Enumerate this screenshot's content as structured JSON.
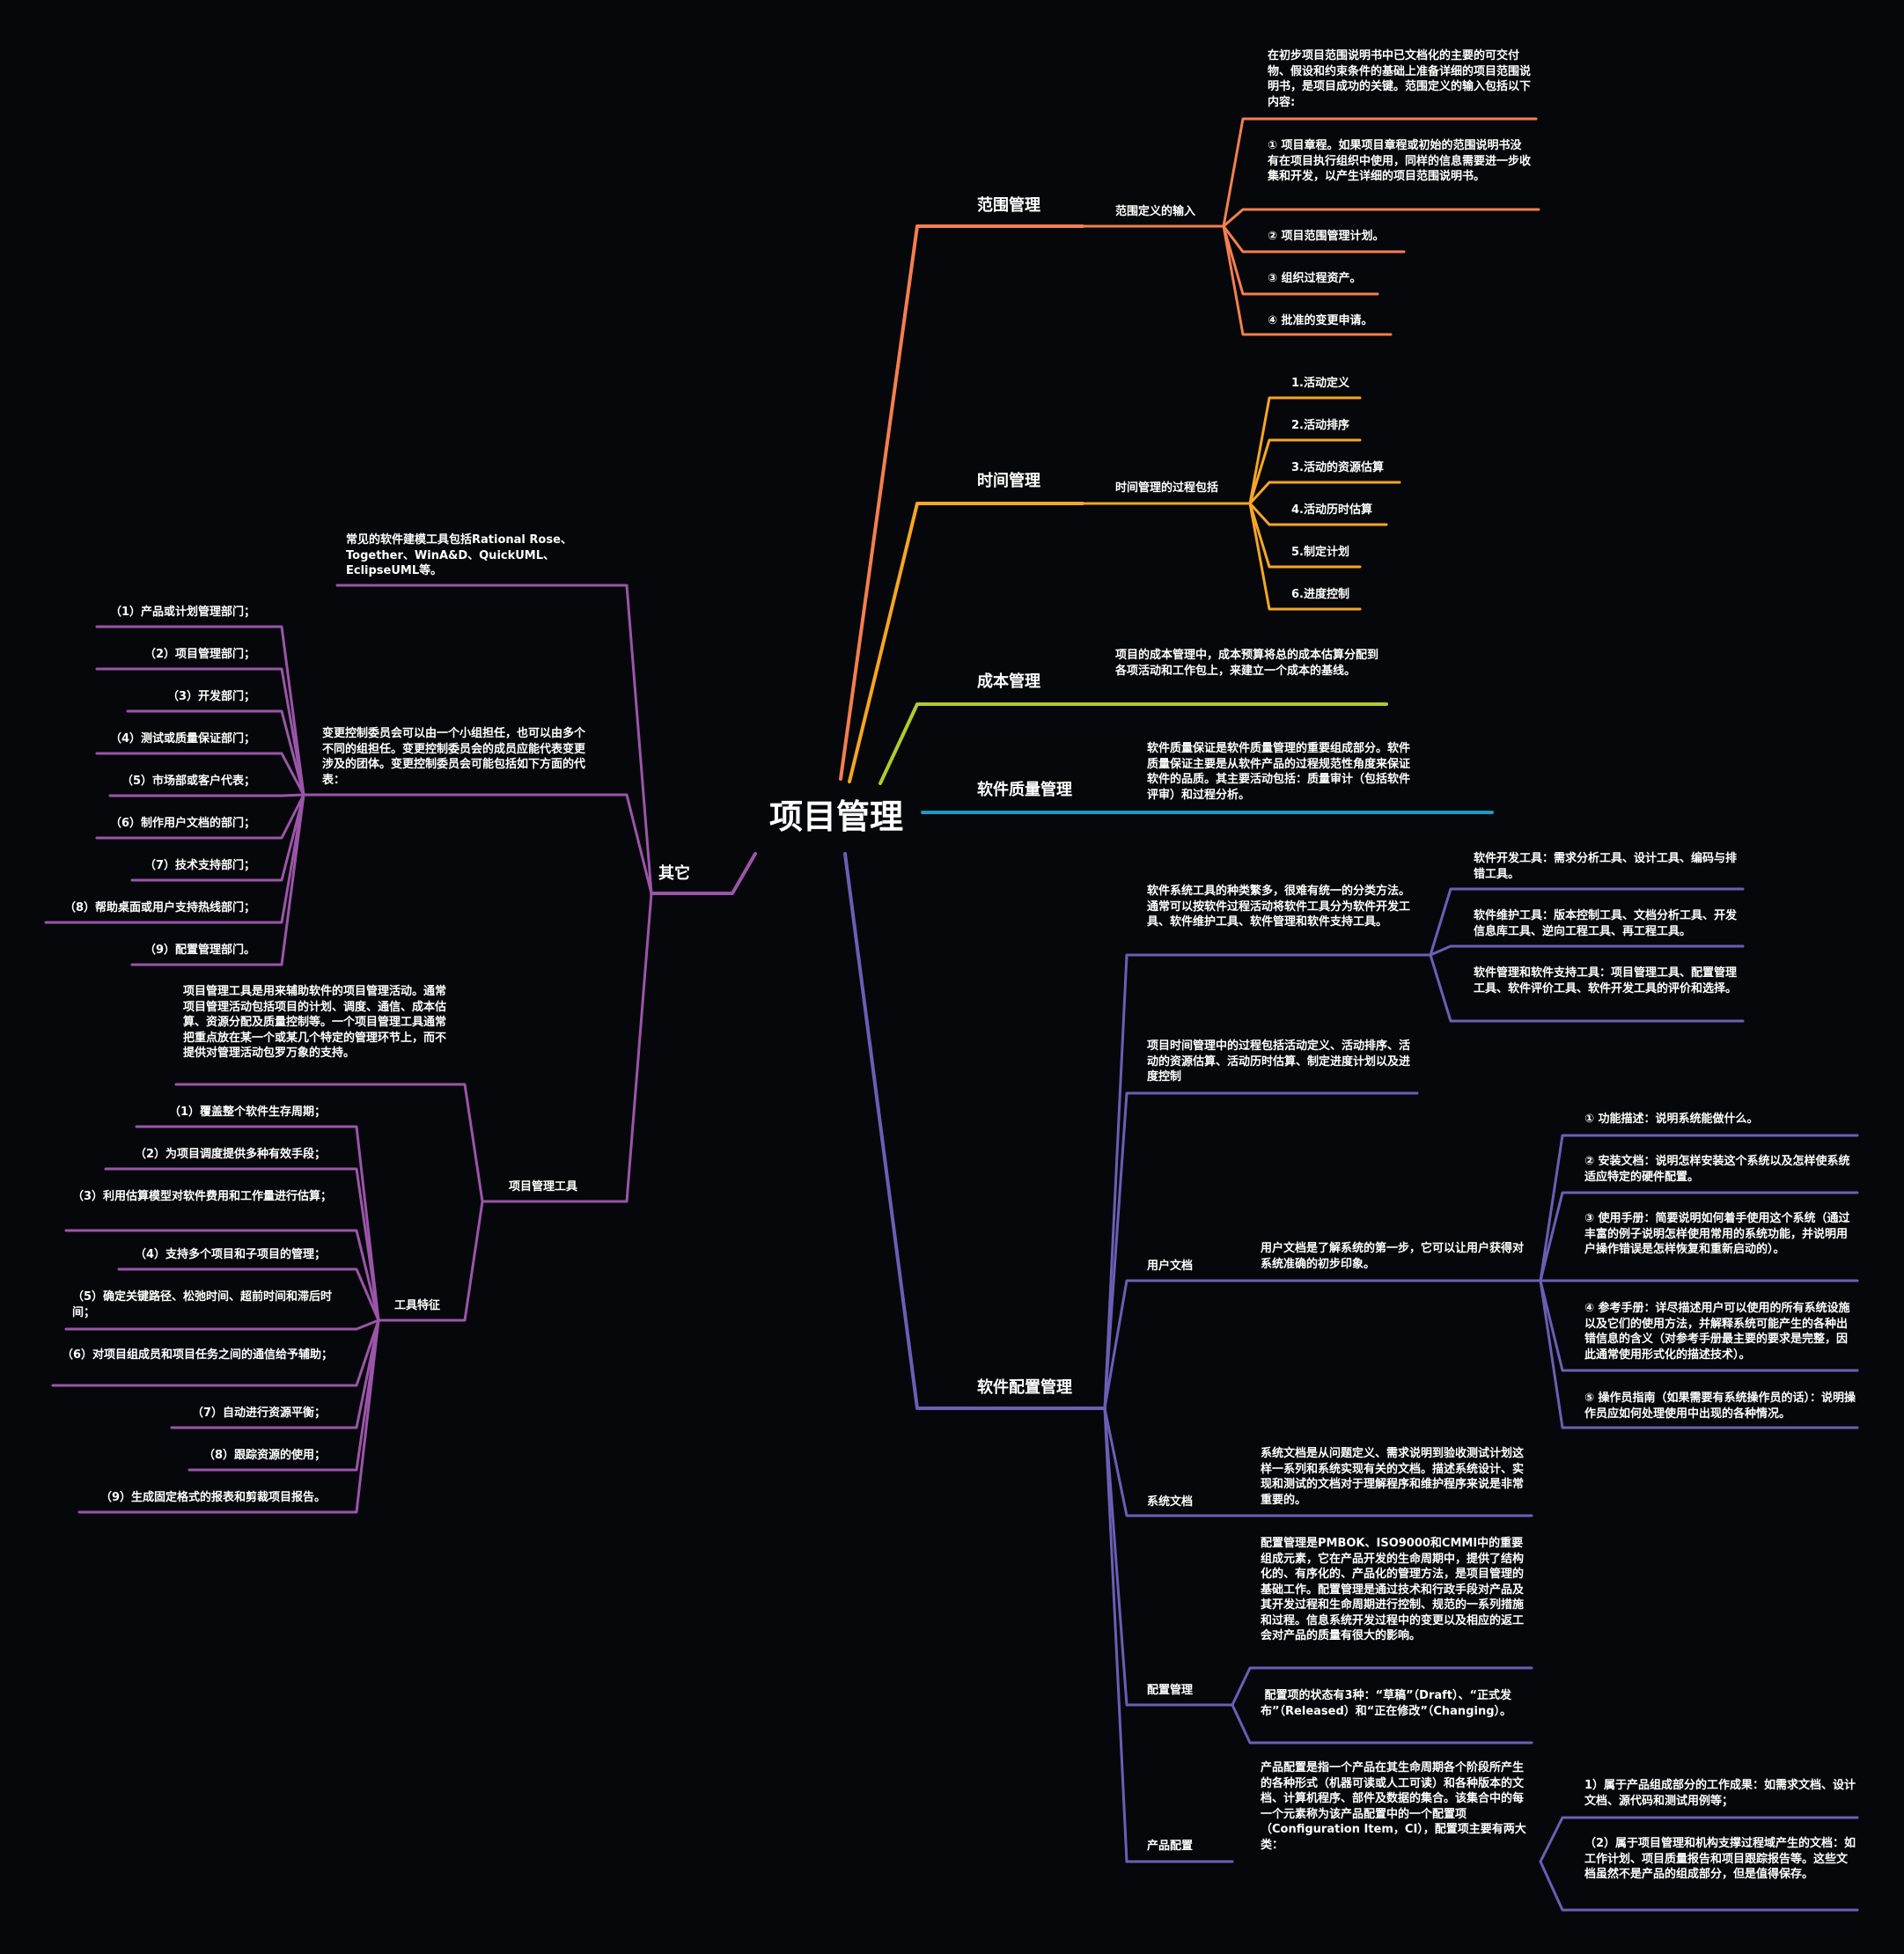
{
  "colors": {
    "scope": "#f47f4f",
    "time": "#f6a623",
    "cost": "#b3c92f",
    "quality": "#1b9bc4",
    "config": "#6a5fb5",
    "other": "#9b55a8",
    "background": "#06070b"
  },
  "root": {
    "label": "项目管理"
  },
  "scope": {
    "label": "范围管理",
    "input_label": "范围定义的输入",
    "items": [
      "在初步项目范围说明书中已文档化的主要的可交付物、假设和约束条件的基础上准备详细的项目范围说明书，是项目成功的关键。范围定义的输入包括以下内容:",
      "① 项目章程。如果项目章程或初始的范围说明书没有在项目执行组织中使用，同样的信息需要进一步收集和开发，以产生详细的项目范围说明书。",
      "② 项目范围管理计划。",
      "③ 组织过程资产。",
      "④ 批准的变更申请。"
    ]
  },
  "time": {
    "label": "时间管理",
    "process_label": "时间管理的过程包括",
    "items": [
      "1.活动定义",
      "2.活动排序",
      "3.活动的资源估算",
      "4.活动历时估算",
      "5.制定计划",
      "6.进度控制"
    ]
  },
  "cost": {
    "label": "成本管理",
    "text": "项目的成本管理中，成本预算将总的成本估算分配到各项活动和工作包上，来建立一个成本的基线。"
  },
  "quality": {
    "label": "软件质量管理",
    "text": "软件质量保证是软件质量管理的重要组成部分。软件质量保证主要是从软件产品的过程规范性角度来保证软件的品质。其主要活动包括：质量审计（包括软件评审）和过程分析。"
  },
  "config": {
    "label": "软件配置管理",
    "tools_text": "软件系统工具的种类繁多，很难有统一的分类方法。通常可以按软件过程活动将软件工具分为软件开发工具、软件维护工具、软件管理和软件支持工具。",
    "tools_items": [
      "软件开发工具：需求分析工具、设计工具、编码与排错工具。",
      "软件维护工具：版本控制工具、文档分析工具、开发信息库工具、逆向工程工具、再工程工具。",
      "软件管理和软件支持工具：项目管理工具、配置管理工具、软件评价工具、软件开发工具的评价和选择。"
    ],
    "time_text": "项目时间管理中的过程包括活动定义、活动排序、活动的资源估算、活动历时估算、制定进度计划以及进度控制",
    "user_doc_label": "用户文档",
    "user_doc_text": "用户文档是了解系统的第一步，它可以让用户获得对系统准确的初步印象。",
    "user_doc_items": [
      "① 功能描述：说明系统能做什么。",
      "② 安装文档：说明怎样安装这个系统以及怎样使系统适应特定的硬件配置。",
      "③ 使用手册：简要说明如何着手使用这个系统（通过丰富的例子说明怎样使用常用的系统功能，并说明用户操作错误是怎样恢复和重新启动的）。",
      "④ 参考手册：详尽描述用户可以使用的所有系统设施以及它们的使用方法，并解释系统可能产生的各种出错信息的含义（对参考手册最主要的要求是完整，因此通常使用形式化的描述技术）。",
      "⑤ 操作员指南（如果需要有系统操作员的话）：说明操作员应如何处理使用中出现的各种情况。"
    ],
    "sys_doc_label": "系统文档",
    "sys_doc_text": "系统文档是从问题定义、需求说明到验收测试计划这样一系列和系统实现有关的文档。描述系统设计、实现和测试的文档对于理解程序和维护程序来说是非常重要的。",
    "cm_label": "配置管理",
    "cm_items": [
      "配置管理是PMBOK、ISO9000和CMMI中的重要组成元素，它在产品开发的生命周期中，提供了结构化的、有序化的、产品化的管理方法，是项目管理的基础工作。配置管理是通过技术和行政手段对产品及其开发过程和生命周期进行控制、规范的一系列措施和过程。信息系统开发过程中的变更以及相应的返工会对产品的质量有很大的影响。",
      " 配置项的状态有3种：“草稿”（Draft）、“正式发布”（Released）和“正在修改”（Changing）。"
    ],
    "prod_label": "产品配置",
    "prod_text": "产品配置是指一个产品在其生命周期各个阶段所产生的各种形式（机器可读或人工可读）和各种版本的文档、计算机程序、部件及数据的集合。该集合中的每一个元素称为该产品配置中的一个配置项（Configuration Item，CI），配置项主要有两大类：",
    "prod_items": [
      "1）属于产品组成部分的工作成果：如需求文档、设计文档、源代码和测试用例等；",
      "（2）属于项目管理和机构支撑过程域产生的文档：如工作计划、项目质量报告和项目跟踪报告等。这些文档虽然不是产品的组成部分，但是值得保存。"
    ]
  },
  "other": {
    "label": "其它",
    "modeling_text": "常见的软件建模工具包括Rational Rose、Together、WinA&D、QuickUML、EclipseUML等。",
    "ccb_text": "变更控制委员会可以由一个小组担任，也可以由多个不同的组担任。变更控制委员会的成员应能代表变更涉及的团体。变更控制委员会可能包括如下方面的代表：",
    "ccb_items": [
      "（1）产品或计划管理部门；",
      "（2）项目管理部门；",
      "（3）开发部门；",
      "（4）测试或质量保证部门；",
      "（5）市场部或客户代表；",
      "（6）制作用户文档的部门；",
      "（7）技术支持部门；",
      "（8）帮助桌面或用户支持热线部门；",
      "（9）配置管理部门。"
    ],
    "pmt_label": "项目管理工具",
    "pmt_text": "项目管理工具是用来辅助软件的项目管理活动。通常项目管理活动包括项目的计划、调度、通信、成本估算、资源分配及质量控制等。一个项目管理工具通常把重点放在某一个或某几个特定的管理环节上，而不提供对管理活动包罗万象的支持。",
    "features_label": "工具特征",
    "features_items": [
      "（1）覆盖整个软件生存周期；",
      "（2）为项目调度提供多种有效手段；",
      "（3）利用估算模型对软件费用和工作量进行估算；",
      "（4）支持多个项目和子项目的管理；",
      "（5）确定关键路径、松弛时间、超前时间和滞后时间；",
      "（6）对项目组成员和项目任务之间的通信给予辅助；",
      "（7）自动进行资源平衡；",
      "（8）跟踪资源的使用；",
      "（9）生成固定格式的报表和剪裁项目报告。"
    ]
  }
}
